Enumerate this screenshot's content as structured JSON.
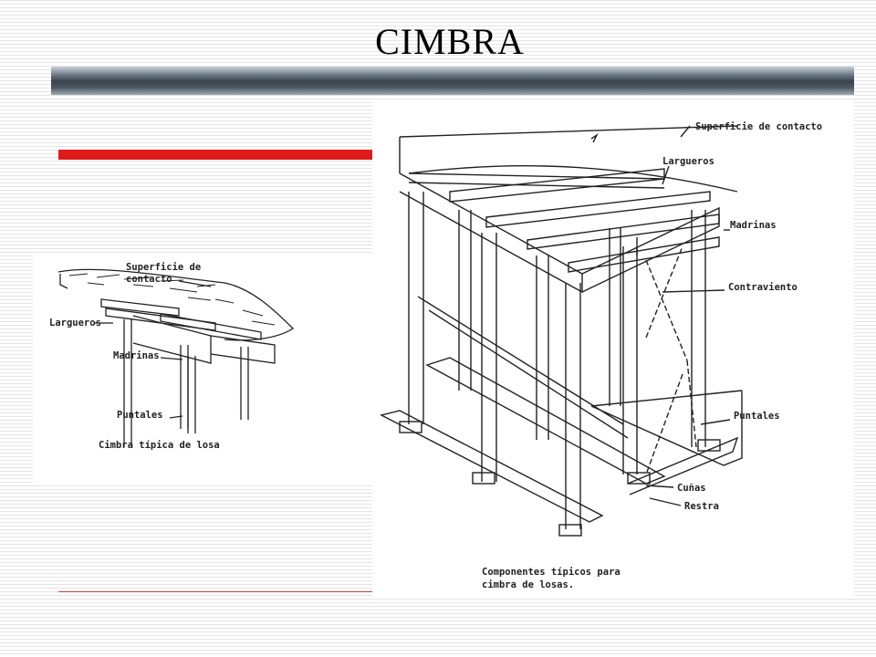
{
  "slide": {
    "title": "CIMBRA"
  },
  "left_figure": {
    "labels": {
      "superficie": "Superficie de\ncontacto",
      "largueros": "Largueros",
      "madrinas": "Madrinas",
      "puntales": "Puntales"
    },
    "caption": "Cimbra típica de losa"
  },
  "right_figure": {
    "labels": {
      "superficie": "Superficie de contacto",
      "largueros": "Largueros",
      "madrinas": "Madrinas",
      "contraviento": "Contraviento",
      "puntales": "Puntales",
      "cunas": "Cuñas",
      "restra": "Restra"
    },
    "caption_line1": "Componentes típicos para",
    "caption_line2": "cimbra de losas."
  }
}
